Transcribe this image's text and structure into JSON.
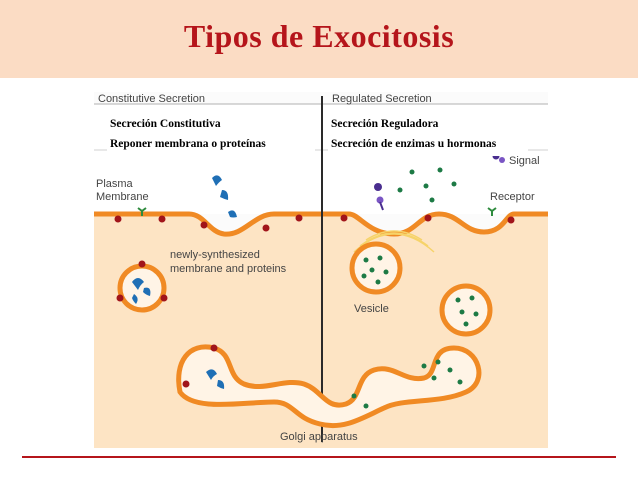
{
  "title": "Tipos de Exocitosis",
  "diagram": {
    "header_left": "Constitutive Secretion",
    "header_right": "Regulated Secretion",
    "labels": {
      "plasma_membrane_1": "Plasma",
      "plasma_membrane_2": "Membrane",
      "signal": "Signal",
      "receptor": "Receptor",
      "newly_1": "newly-synthesized",
      "newly_2": "membrane and proteins",
      "vesicle": "Vesicle",
      "golgi": "Golgi apparatus"
    }
  },
  "overlay": {
    "left_line1": "Secreción Constitutiva",
    "left_line2": "Reponer membrana o proteínas",
    "right_line1": "Secreción Reguladora",
    "right_line2": "Secreción de enzimas u hormonas"
  },
  "colors": {
    "title": "#b5151b",
    "title_band": "#fbdcc4",
    "membrane": "#f08a24",
    "cytoplasm": "#fce3c2",
    "protein_blue": "#1f6fb5",
    "granule_green": "#1d7a45",
    "signal_purple": "#4a2e8f",
    "receptor_green": "#2e8b3e"
  }
}
